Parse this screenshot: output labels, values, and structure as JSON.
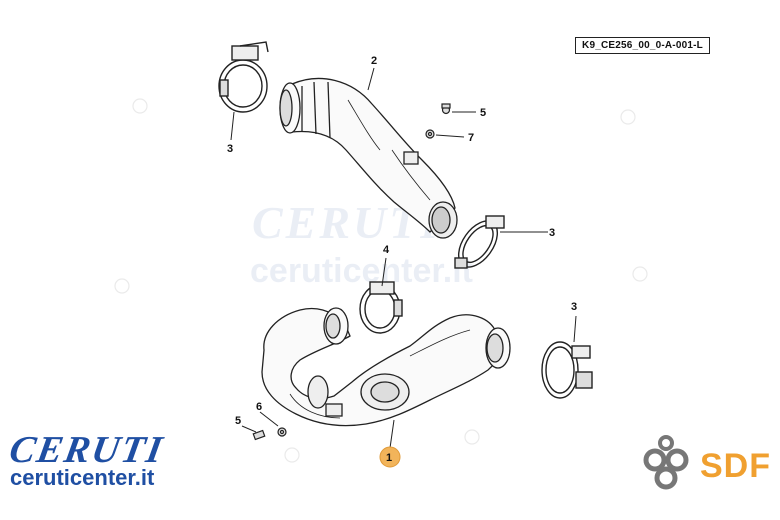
{
  "reference_code": "K9_CE256_00_0-A-001-L",
  "watermark": {
    "main": "CERUTI",
    "sub": "ceruticenter.it",
    "small": "SDF"
  },
  "callouts": [
    {
      "id": "c1",
      "label": "1",
      "highlighted": true
    },
    {
      "id": "c2",
      "label": "2"
    },
    {
      "id": "c3a",
      "label": "3"
    },
    {
      "id": "c3b",
      "label": "3"
    },
    {
      "id": "c3c",
      "label": "3"
    },
    {
      "id": "c4",
      "label": "4"
    },
    {
      "id": "c5a",
      "label": "5"
    },
    {
      "id": "c5b",
      "label": "5"
    },
    {
      "id": "c6",
      "label": "6"
    },
    {
      "id": "c7",
      "label": "7"
    }
  ],
  "logos": {
    "ceruti": "CERUTI",
    "ceruti_url": "ceruticenter.it",
    "sdf": "SDF"
  },
  "colors": {
    "brand_blue": "#1f4fa3",
    "sdf_orange": "#f0a030",
    "highlight": "#f2b45a",
    "line": "#222222"
  }
}
